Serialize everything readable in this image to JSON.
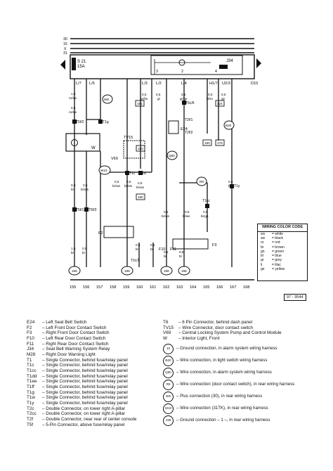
{
  "bus_labels": [
    "30",
    "15",
    "X",
    "31"
  ],
  "fuse": {
    "id": "S 21",
    "rating": "15A"
  },
  "relay": {
    "id": "J34"
  },
  "relay_pins": [
    "3",
    "2",
    "4"
  ],
  "top_wire_labels": [
    "L/7",
    "L/5",
    "L/3",
    "L/2",
    "L/4",
    "H1/7",
    "U2/3",
    "D10"
  ],
  "wire_colors": {
    "w1": "1,5\nro/sw",
    "w2": "0,5\nro/sw",
    "w3": "0,5\ngr/bn",
    "w4": "0,5\ngr",
    "w5": "0,5\nbr/ws",
    "w6": "0,5\nbl/ws",
    "w7": "0,5\nbl/ge",
    "w8": "0,5\nge",
    "w9": "0,5\nbr"
  },
  "connectors": [
    "T5f/2",
    "T1g",
    "T5f/1",
    "T5f/3",
    "T1c",
    "T1d",
    "T6c/6",
    "T2f/1",
    "T2f/2",
    "T1y",
    "T1cc",
    "T2c/1"
  ],
  "components": [
    "W",
    "TV15",
    "V69",
    "E24",
    "F2",
    "F10",
    "F11",
    "F3"
  ],
  "circle_labels": [
    "W9",
    "W10",
    "B20",
    "Q50",
    "R9",
    "196"
  ],
  "boxed_numbers": [
    "151",
    "150",
    "180",
    "124",
    "179",
    "180"
  ],
  "track_numbers": [
    "155",
    "156",
    "157",
    "158",
    "159",
    "160",
    "161",
    "162",
    "163",
    "164",
    "165",
    "166",
    "167",
    "168"
  ],
  "ref_number": "97 - 9544",
  "color_code": {
    "title": "WIRING COLOR CODE",
    "rows": [
      [
        "ws",
        "= white"
      ],
      [
        "sw",
        "= black"
      ],
      [
        "ro",
        "= red"
      ],
      [
        "br",
        "= brown"
      ],
      [
        "gn",
        "= green"
      ],
      [
        "bl",
        "= blue"
      ],
      [
        "gr",
        "= grey"
      ],
      [
        "li",
        "= lilac"
      ],
      [
        "ge",
        "= yellow"
      ]
    ]
  },
  "legend_left": [
    [
      "E24",
      "– Left Seat Belt Switch"
    ],
    [
      "F2",
      "– Left Front Door Contact Switch"
    ],
    [
      "F3",
      "– Right Front Door Contact Switch"
    ],
    [
      "F10",
      "– Left Rear Door Contact Switch"
    ],
    [
      "F11",
      "– Right Rear Door Contact Switch"
    ],
    [
      "J34",
      "– Seat Belt Warning System Relay"
    ],
    [
      "M28",
      "– Right Door Warning Light"
    ],
    [
      "T1",
      "– Single Connector, behind fuse/relay panel"
    ],
    [
      "T1c",
      "– Single Connector, behind fuse/relay panel"
    ],
    [
      "T1cc",
      "– Single Connector, behind fuse/relay panel"
    ],
    [
      "T1dd",
      "– Single Connector, behind fuse/relay panel"
    ],
    [
      "T1ee",
      "– Single Connector, behind fuse/relay panel"
    ],
    [
      "T1ff",
      "– Single Connector, behind fuse/relay panel"
    ],
    [
      "T1g",
      "– Single Connector, behind fuse/relay panel"
    ],
    [
      "T1w",
      "– Single Connector, behind fuse/relay panel"
    ],
    [
      "T1y",
      "– Single Connector, behind fuse/relay panel"
    ],
    [
      "T2c",
      "– Double Connector, on lower right  A-pillar"
    ],
    [
      "T2cc",
      "– Double Connector, on lower right  A-pillar"
    ],
    [
      "T2f",
      "– Double Connector, near rear of center console"
    ],
    [
      "T5f",
      "– 5-Pin Connector, above fuse/relay panel"
    ]
  ],
  "legend_right_top": [
    [
      "T6",
      "– 6 Pin Connector, behind dash panel"
    ],
    [
      "TV15",
      "– Wire Connector, door contact switch"
    ],
    [
      "V69",
      "– Central Locking System Pump and Control Module"
    ],
    [
      "W",
      "– Interior Light, Front"
    ]
  ],
  "legend_right_circles": [
    [
      "10",
      "– Ground connection, in alarm system wiring harness"
    ],
    [
      "B20",
      "– Wire connection, in light switch wiring harness"
    ],
    [
      "Q50",
      "– Wire connection, in alarm system wiring harness"
    ],
    [
      "R9",
      "– Wire connection (door contact switch), in rear wiring harness"
    ],
    [
      "W9",
      "– Plus connection (30), in rear wiring harness"
    ],
    [
      "W10",
      "– Wire connection (31TK), in rear wiring harness"
    ],
    [
      "196",
      "– Ground connection – 1 –, in rear wiring harness"
    ]
  ]
}
